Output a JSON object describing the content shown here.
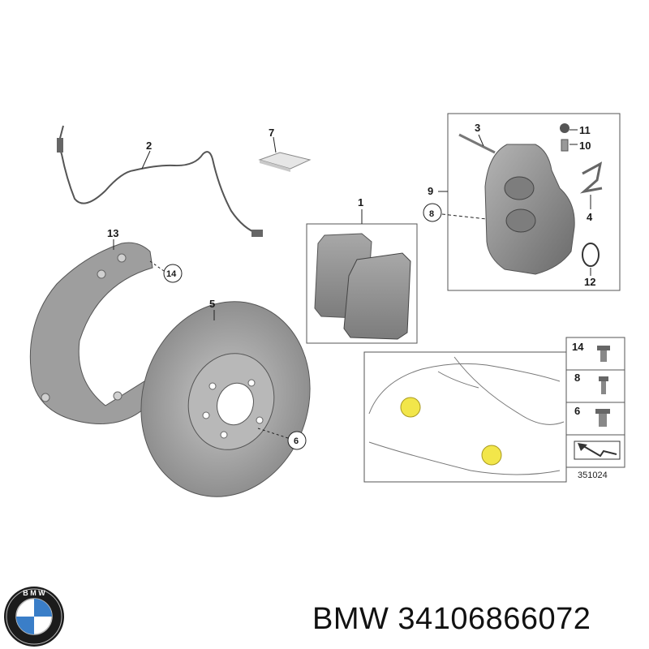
{
  "brand": "BMW",
  "part_number": "34106866072",
  "caption_text": "BMW 34106866072",
  "logo_letters": "BMW",
  "diagram_ref": "351024",
  "callouts": {
    "c1": "1",
    "c2": "2",
    "c3": "3",
    "c4": "4",
    "c5": "5",
    "c6": "6",
    "c7": "7",
    "c8": "8",
    "c9": "9",
    "c10": "10",
    "c11": "11",
    "c12": "12",
    "c13": "13",
    "c14": "14"
  },
  "legend": {
    "row1": "14",
    "row2": "8",
    "row3": "6"
  },
  "colors": {
    "metal": "#9a9a9a",
    "metal_dark": "#6d6d6d",
    "highlight": "#f2e64a",
    "logo_blue": "#3a7ec8"
  },
  "icons": [
    "bmw-logo-icon",
    "arrow-pointer-icon"
  ]
}
